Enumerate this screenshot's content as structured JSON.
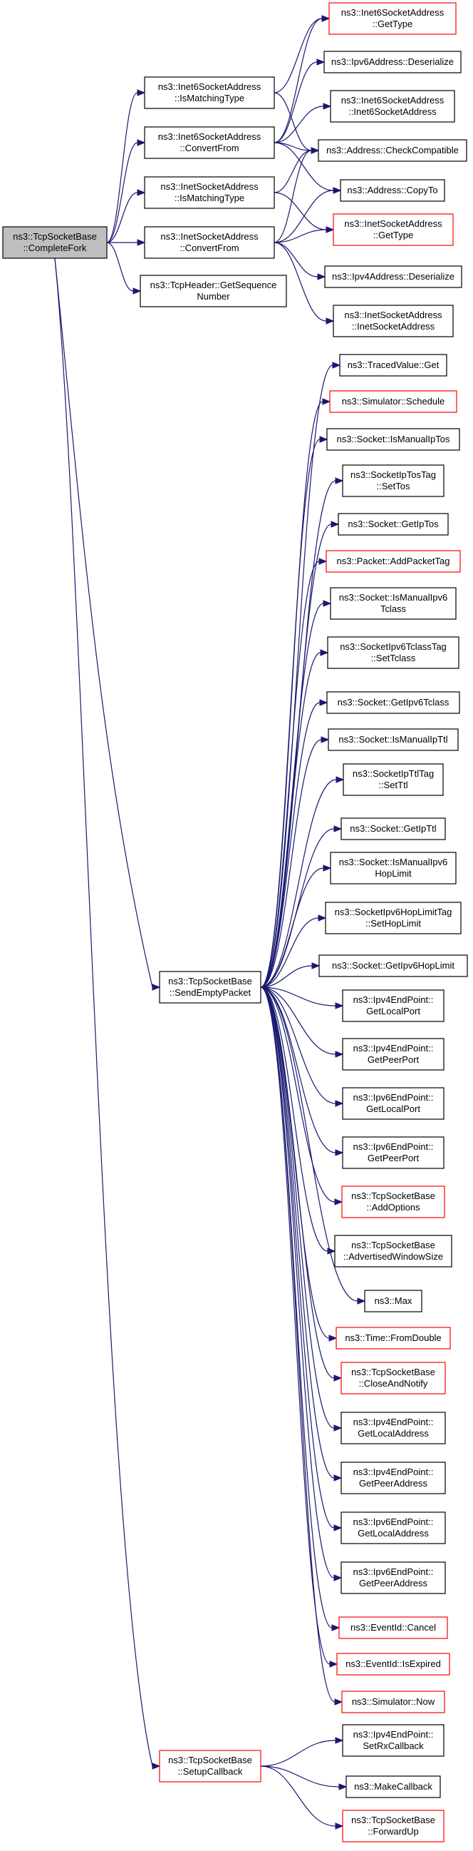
{
  "nodes": [
    {
      "id": "root",
      "lines": [
        "ns3::TcpSocketBase",
        "::CompleteFork"
      ],
      "border": "black",
      "fill": "#bfbfbf"
    },
    {
      "id": "inet6IsMatch",
      "lines": [
        "ns3::Inet6SocketAddress",
        "::IsMatchingType"
      ],
      "border": "black"
    },
    {
      "id": "inet6Convert",
      "lines": [
        "ns3::Inet6SocketAddress",
        "::ConvertFrom"
      ],
      "border": "black"
    },
    {
      "id": "inetIsMatch",
      "lines": [
        "ns3::InetSocketAddress",
        "::IsMatchingType"
      ],
      "border": "black"
    },
    {
      "id": "inetConvert",
      "lines": [
        "ns3::InetSocketAddress",
        "::ConvertFrom"
      ],
      "border": "black"
    },
    {
      "id": "tcpHeaderSeq",
      "lines": [
        "ns3::TcpHeader::GetSequence",
        "Number"
      ],
      "border": "black"
    },
    {
      "id": "sendEmpty",
      "lines": [
        "ns3::TcpSocketBase",
        "::SendEmptyPacket"
      ],
      "border": "black"
    },
    {
      "id": "setupCb",
      "lines": [
        "ns3::TcpSocketBase",
        "::SetupCallback"
      ],
      "border": "red"
    },
    {
      "id": "inet6GetType",
      "lines": [
        "ns3::Inet6SocketAddress",
        "::GetType"
      ],
      "border": "red"
    },
    {
      "id": "ipv6Deser",
      "lines": [
        "ns3::Ipv6Address::Deserialize"
      ],
      "border": "black"
    },
    {
      "id": "inet6Ctor",
      "lines": [
        "ns3::Inet6SocketAddress",
        "::Inet6SocketAddress"
      ],
      "border": "black"
    },
    {
      "id": "addrCheck",
      "lines": [
        "ns3::Address::CheckCompatible"
      ],
      "border": "black"
    },
    {
      "id": "addrCopyTo",
      "lines": [
        "ns3::Address::CopyTo"
      ],
      "border": "black"
    },
    {
      "id": "inetGetType",
      "lines": [
        "ns3::InetSocketAddress",
        "::GetType"
      ],
      "border": "red"
    },
    {
      "id": "ipv4Deser",
      "lines": [
        "ns3::Ipv4Address::Deserialize"
      ],
      "border": "black"
    },
    {
      "id": "inetCtor",
      "lines": [
        "ns3::InetSocketAddress",
        "::InetSocketAddress"
      ],
      "border": "black"
    },
    {
      "id": "tracedGet",
      "lines": [
        "ns3::TracedValue::Get"
      ],
      "border": "black"
    },
    {
      "id": "simSchedule",
      "lines": [
        "ns3::Simulator::Schedule"
      ],
      "border": "red"
    },
    {
      "id": "isManualIpTos",
      "lines": [
        "ns3::Socket::IsManualIpTos"
      ],
      "border": "black"
    },
    {
      "id": "ipTosSetTos",
      "lines": [
        "ns3::SocketIpTosTag",
        "::SetTos"
      ],
      "border": "black"
    },
    {
      "id": "getIpTos",
      "lines": [
        "ns3::Socket::GetIpTos"
      ],
      "border": "black"
    },
    {
      "id": "addPacketTag",
      "lines": [
        "ns3::Packet::AddPacketTag"
      ],
      "border": "red"
    },
    {
      "id": "isManualIpv6Tclass",
      "lines": [
        "ns3::Socket::IsManualIpv6",
        "Tclass"
      ],
      "border": "black"
    },
    {
      "id": "ipv6TclassSet",
      "lines": [
        "ns3::SocketIpv6TclassTag",
        "::SetTclass"
      ],
      "border": "black"
    },
    {
      "id": "getIpv6Tclass",
      "lines": [
        "ns3::Socket::GetIpv6Tclass"
      ],
      "border": "black"
    },
    {
      "id": "isManualIpTtl",
      "lines": [
        "ns3::Socket::IsManualIpTtl"
      ],
      "border": "black"
    },
    {
      "id": "ipTtlSet",
      "lines": [
        "ns3::SocketIpTtlTag",
        "::SetTtl"
      ],
      "border": "black"
    },
    {
      "id": "getIpTtl",
      "lines": [
        "ns3::Socket::GetIpTtl"
      ],
      "border": "black"
    },
    {
      "id": "isManualIpv6Hop",
      "lines": [
        "ns3::Socket::IsManualIpv6",
        "HopLimit"
      ],
      "border": "black"
    },
    {
      "id": "ipv6HopSet",
      "lines": [
        "ns3::SocketIpv6HopLimitTag",
        "::SetHopLimit"
      ],
      "border": "black"
    },
    {
      "id": "getIpv6Hop",
      "lines": [
        "ns3::Socket::GetIpv6HopLimit"
      ],
      "border": "black"
    },
    {
      "id": "ipv4LocalPort",
      "lines": [
        "ns3::Ipv4EndPoint::",
        "GetLocalPort"
      ],
      "border": "black"
    },
    {
      "id": "ipv4PeerPort",
      "lines": [
        "ns3::Ipv4EndPoint::",
        "GetPeerPort"
      ],
      "border": "black"
    },
    {
      "id": "ipv6LocalPort",
      "lines": [
        "ns3::Ipv6EndPoint::",
        "GetLocalPort"
      ],
      "border": "black"
    },
    {
      "id": "ipv6PeerPort",
      "lines": [
        "ns3::Ipv6EndPoint::",
        "GetPeerPort"
      ],
      "border": "black"
    },
    {
      "id": "addOptions",
      "lines": [
        "ns3::TcpSocketBase",
        "::AddOptions"
      ],
      "border": "red"
    },
    {
      "id": "advWindow",
      "lines": [
        "ns3::TcpSocketBase",
        "::AdvertisedWindowSize"
      ],
      "border": "black"
    },
    {
      "id": "max",
      "lines": [
        "ns3::Max"
      ],
      "border": "black"
    },
    {
      "id": "fromDouble",
      "lines": [
        "ns3::Time::FromDouble"
      ],
      "border": "red"
    },
    {
      "id": "closeNotify",
      "lines": [
        "ns3::TcpSocketBase",
        "::CloseAndNotify"
      ],
      "border": "red"
    },
    {
      "id": "ipv4LocalAddr",
      "lines": [
        "ns3::Ipv4EndPoint::",
        "GetLocalAddress"
      ],
      "border": "black"
    },
    {
      "id": "ipv4PeerAddr",
      "lines": [
        "ns3::Ipv4EndPoint::",
        "GetPeerAddress"
      ],
      "border": "black"
    },
    {
      "id": "ipv6LocalAddr",
      "lines": [
        "ns3::Ipv6EndPoint::",
        "GetLocalAddress"
      ],
      "border": "black"
    },
    {
      "id": "ipv6PeerAddr",
      "lines": [
        "ns3::Ipv6EndPoint::",
        "GetPeerAddress"
      ],
      "border": "black"
    },
    {
      "id": "evCancel",
      "lines": [
        "ns3::EventId::Cancel"
      ],
      "border": "red"
    },
    {
      "id": "evExpired",
      "lines": [
        "ns3::EventId::IsExpired"
      ],
      "border": "red"
    },
    {
      "id": "simNow",
      "lines": [
        "ns3::Simulator::Now"
      ],
      "border": "red"
    },
    {
      "id": "setRxCb",
      "lines": [
        "ns3::Ipv4EndPoint::",
        "SetRxCallback"
      ],
      "border": "black"
    },
    {
      "id": "makeCb",
      "lines": [
        "ns3::MakeCallback"
      ],
      "border": "black"
    },
    {
      "id": "forwardUp",
      "lines": [
        "ns3::TcpSocketBase",
        "::ForwardUp"
      ],
      "border": "red"
    }
  ],
  "edges": [
    [
      "root",
      "inet6IsMatch"
    ],
    [
      "root",
      "inet6Convert"
    ],
    [
      "root",
      "inetIsMatch"
    ],
    [
      "root",
      "inetConvert"
    ],
    [
      "root",
      "tcpHeaderSeq"
    ],
    [
      "root",
      "sendEmpty"
    ],
    [
      "root",
      "setupCb"
    ],
    [
      "inet6IsMatch",
      "inet6GetType"
    ],
    [
      "inet6IsMatch",
      "addrCheck"
    ],
    [
      "inet6Convert",
      "inet6GetType"
    ],
    [
      "inet6Convert",
      "ipv6Deser"
    ],
    [
      "inet6Convert",
      "inet6Ctor"
    ],
    [
      "inet6Convert",
      "addrCheck"
    ],
    [
      "inet6Convert",
      "addrCopyTo"
    ],
    [
      "inetIsMatch",
      "addrCheck"
    ],
    [
      "inetIsMatch",
      "inetGetType"
    ],
    [
      "inetConvert",
      "addrCheck"
    ],
    [
      "inetConvert",
      "addrCopyTo"
    ],
    [
      "inetConvert",
      "inetGetType"
    ],
    [
      "inetConvert",
      "ipv4Deser"
    ],
    [
      "inetConvert",
      "inetCtor"
    ],
    [
      "sendEmpty",
      "tracedGet"
    ],
    [
      "sendEmpty",
      "simSchedule"
    ],
    [
      "sendEmpty",
      "isManualIpTos"
    ],
    [
      "sendEmpty",
      "ipTosSetTos"
    ],
    [
      "sendEmpty",
      "getIpTos"
    ],
    [
      "sendEmpty",
      "addPacketTag"
    ],
    [
      "sendEmpty",
      "isManualIpv6Tclass"
    ],
    [
      "sendEmpty",
      "ipv6TclassSet"
    ],
    [
      "sendEmpty",
      "getIpv6Tclass"
    ],
    [
      "sendEmpty",
      "isManualIpTtl"
    ],
    [
      "sendEmpty",
      "ipTtlSet"
    ],
    [
      "sendEmpty",
      "getIpTtl"
    ],
    [
      "sendEmpty",
      "isManualIpv6Hop"
    ],
    [
      "sendEmpty",
      "ipv6HopSet"
    ],
    [
      "sendEmpty",
      "getIpv6Hop"
    ],
    [
      "sendEmpty",
      "ipv4LocalPort"
    ],
    [
      "sendEmpty",
      "ipv4PeerPort"
    ],
    [
      "sendEmpty",
      "ipv6LocalPort"
    ],
    [
      "sendEmpty",
      "ipv6PeerPort"
    ],
    [
      "sendEmpty",
      "addOptions"
    ],
    [
      "sendEmpty",
      "advWindow"
    ],
    [
      "sendEmpty",
      "max"
    ],
    [
      "sendEmpty",
      "fromDouble"
    ],
    [
      "sendEmpty",
      "closeNotify"
    ],
    [
      "sendEmpty",
      "ipv4LocalAddr"
    ],
    [
      "sendEmpty",
      "ipv4PeerAddr"
    ],
    [
      "sendEmpty",
      "ipv6LocalAddr"
    ],
    [
      "sendEmpty",
      "ipv6PeerAddr"
    ],
    [
      "sendEmpty",
      "evCancel"
    ],
    [
      "sendEmpty",
      "evExpired"
    ],
    [
      "sendEmpty",
      "simNow"
    ],
    [
      "setupCb",
      "setRxCb"
    ],
    [
      "setupCb",
      "makeCb"
    ],
    [
      "setupCb",
      "forwardUp"
    ]
  ]
}
